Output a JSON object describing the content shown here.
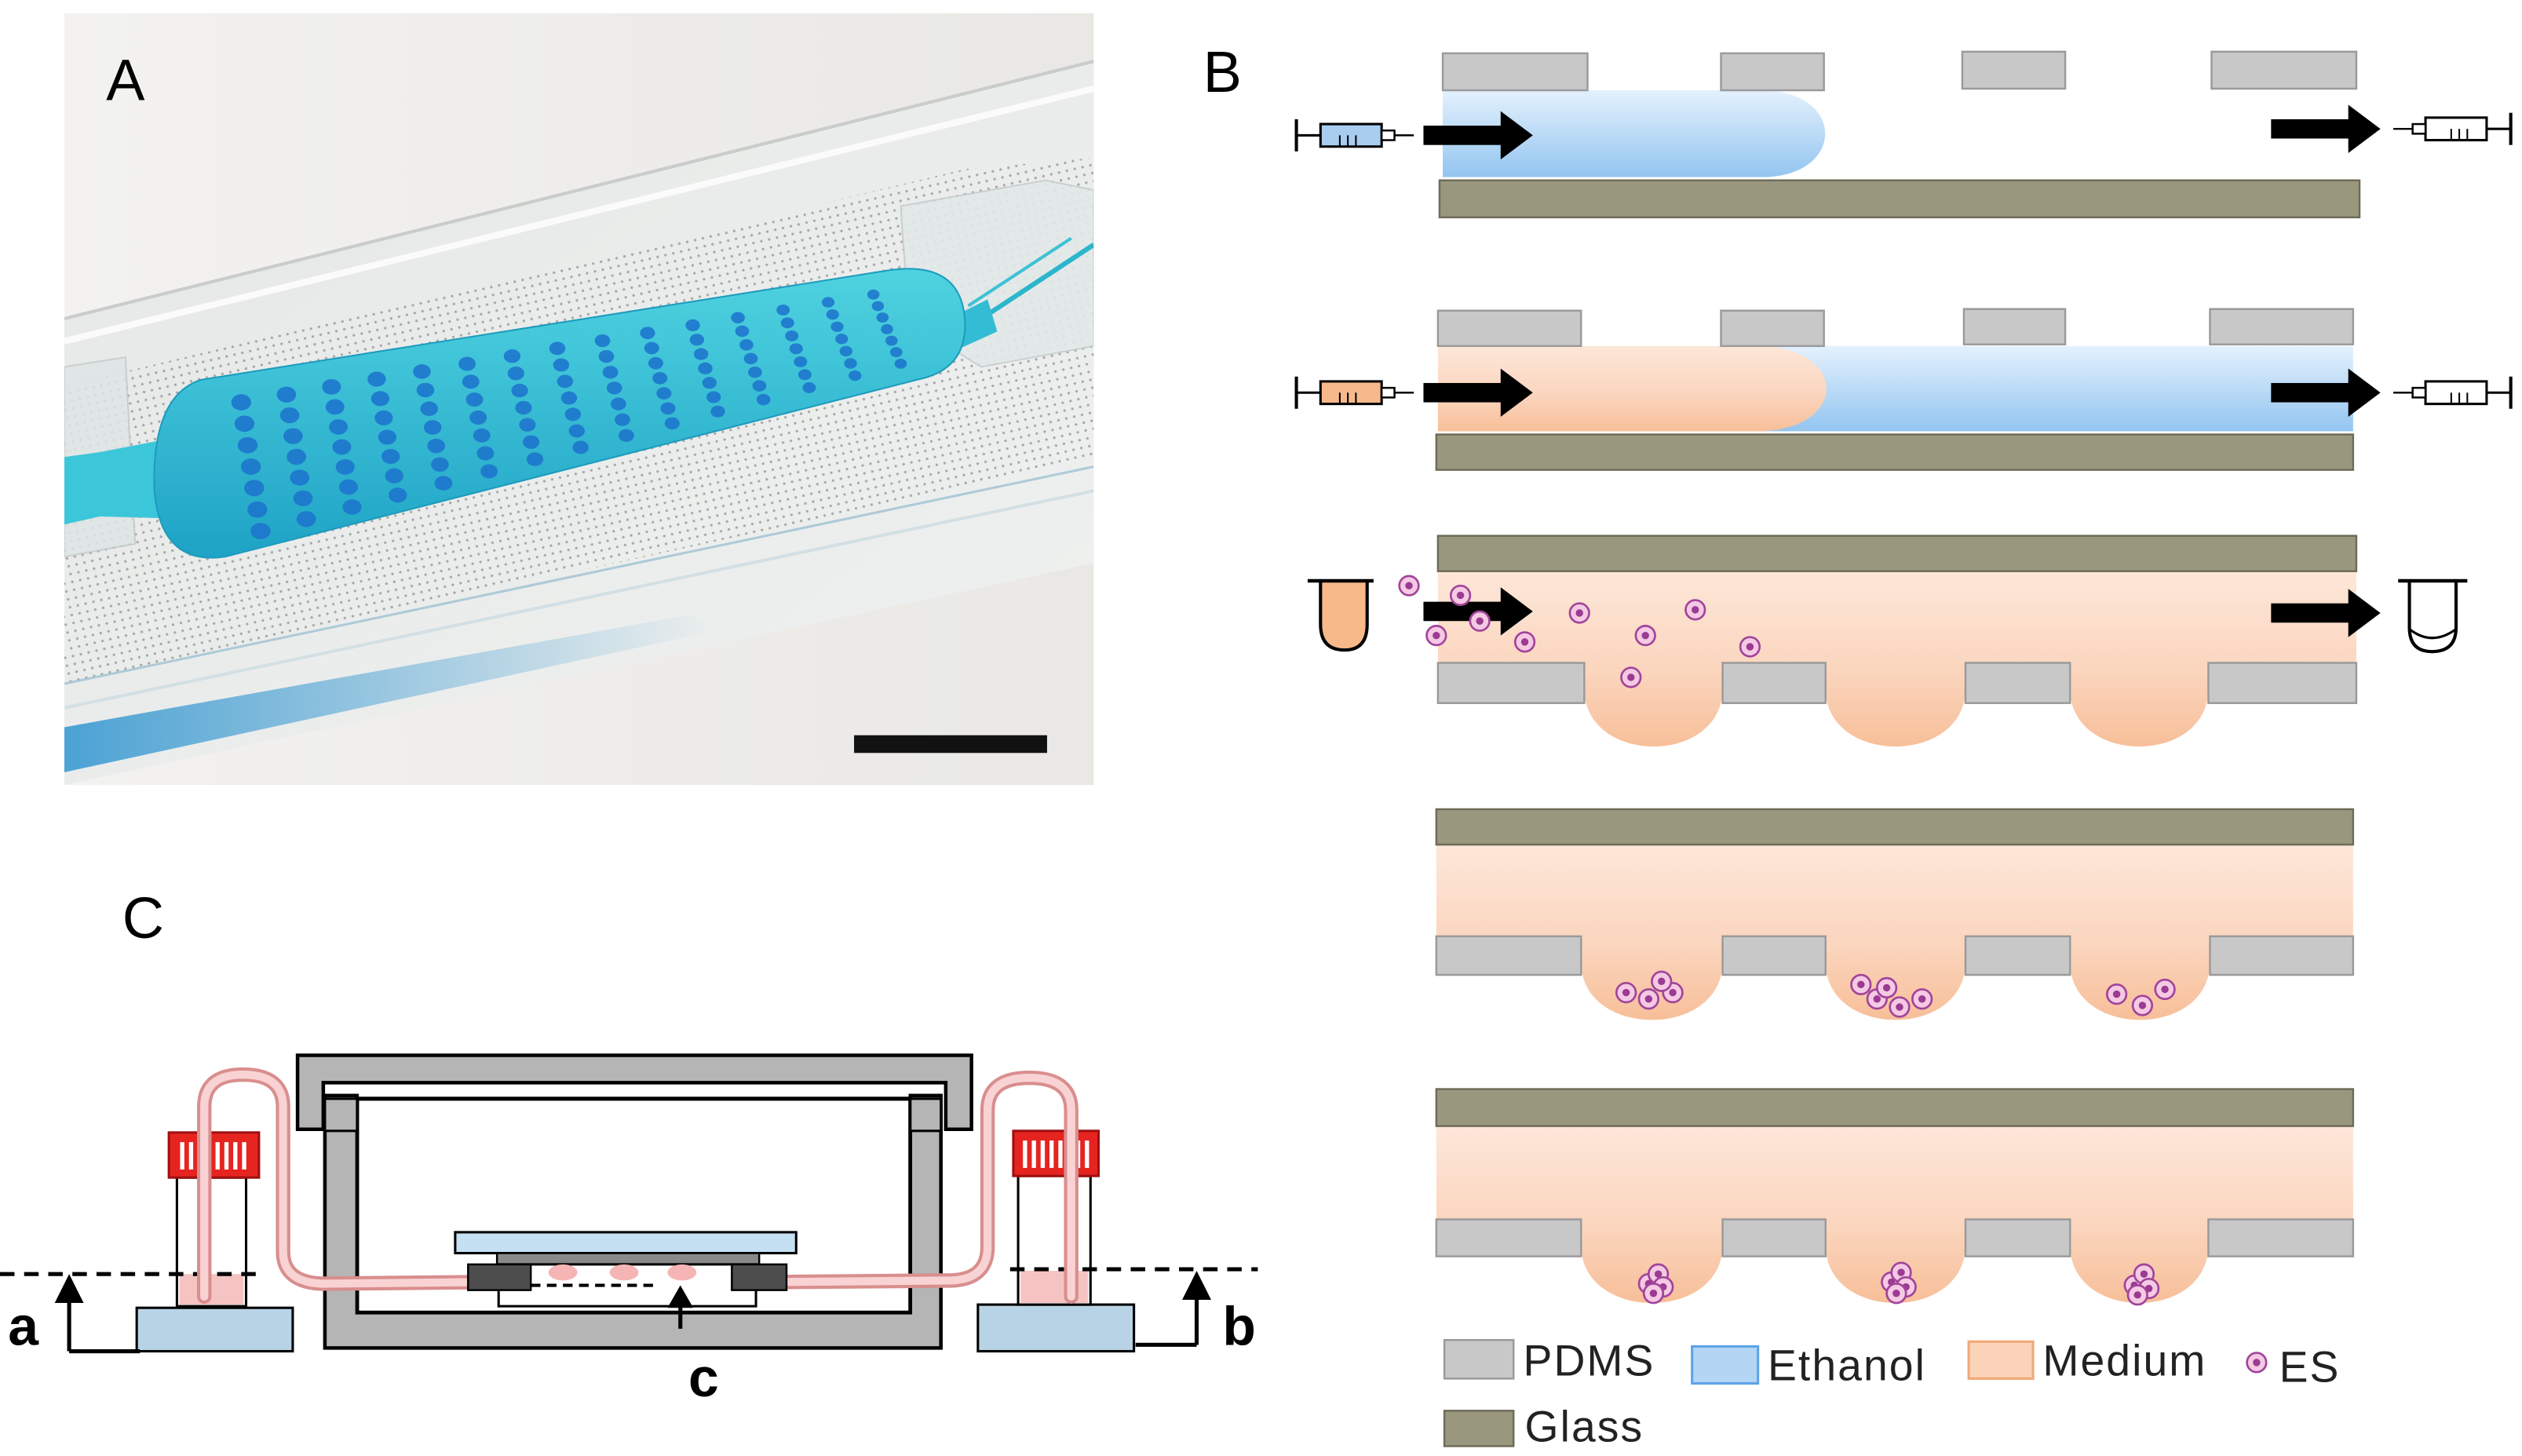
{
  "figure": {
    "panel_a": {
      "label": "A"
    },
    "panel_b": {
      "label": "B",
      "legend": [
        {
          "label": "PDMS",
          "color": "#c8c8c8"
        },
        {
          "label": "Ethanol",
          "color": "#b3d6f5"
        },
        {
          "label": "Medium",
          "color": "#fbd3b8"
        },
        {
          "label": "ES",
          "color": "#c25aa8",
          "icon": "es-cell-icon"
        },
        {
          "label": "Glass",
          "color": "#9a977f"
        }
      ],
      "icons": [
        "syringe-icon",
        "arrow-right-icon",
        "collection-tube-icon",
        "es-cell-icon"
      ]
    },
    "panel_c": {
      "label": "C",
      "markers": [
        "a",
        "b",
        "c"
      ]
    }
  }
}
